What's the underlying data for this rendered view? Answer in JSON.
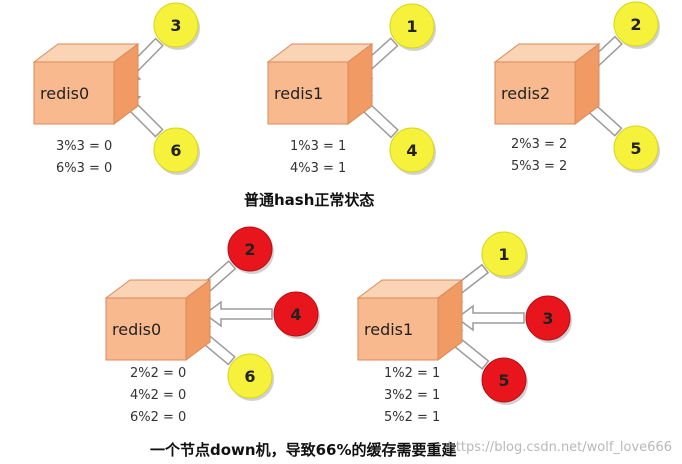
{
  "captions": {
    "normal": "普通hash正常状态",
    "failure": "一个节点down机，导致66%的缓存需要重建"
  },
  "watermark": "https://blog.csdn.net/wolf_love666",
  "colors": {
    "cube_front": "#f8b98e",
    "cube_side": "#f19a63",
    "cube_top": "#fbd3b5",
    "cube_edge": "#d98a58",
    "circle_ok": "#f6f23c",
    "circle_failed": "#e8161c",
    "arrow_fill": "#ffffff",
    "arrow_stroke": "#9b9b9b"
  },
  "scenarios": [
    {
      "name": "normal",
      "nodes": [
        {
          "label": "redis0",
          "keys": [
            {
              "label": "3",
              "state": "ok"
            },
            {
              "label": "6",
              "state": "ok"
            }
          ],
          "formulas": [
            "3%3 = 0",
            "6%3 = 0"
          ]
        },
        {
          "label": "redis1",
          "keys": [
            {
              "label": "1",
              "state": "ok"
            },
            {
              "label": "4",
              "state": "ok"
            }
          ],
          "formulas": [
            "1%3 = 1",
            "4%3 = 1"
          ]
        },
        {
          "label": "redis2",
          "keys": [
            {
              "label": "2",
              "state": "ok"
            },
            {
              "label": "5",
              "state": "ok"
            }
          ],
          "formulas": [
            "2%3 = 2",
            "5%3 = 2"
          ]
        }
      ]
    },
    {
      "name": "one-node-down",
      "nodes": [
        {
          "label": "redis0",
          "keys": [
            {
              "label": "2",
              "state": "remapped"
            },
            {
              "label": "4",
              "state": "remapped"
            },
            {
              "label": "6",
              "state": "ok"
            }
          ],
          "formulas": [
            "2%2 = 0",
            "4%2 = 0",
            "6%2 = 0"
          ]
        },
        {
          "label": "redis1",
          "keys": [
            {
              "label": "1",
              "state": "ok"
            },
            {
              "label": "3",
              "state": "remapped"
            },
            {
              "label": "5",
              "state": "remapped"
            }
          ],
          "formulas": [
            "1%2 = 1",
            "3%2 = 1",
            "5%2 = 1"
          ]
        }
      ]
    }
  ]
}
